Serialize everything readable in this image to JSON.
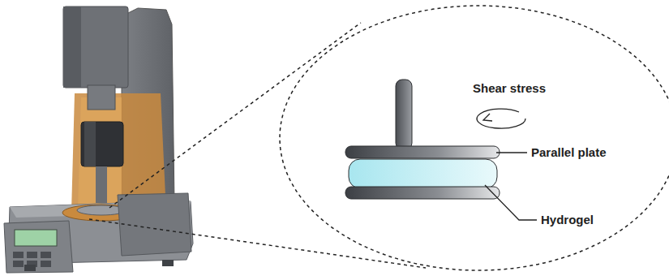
{
  "diagram": {
    "labels": [
      "Shear stress",
      "Parallel plate",
      "Hydrogel"
    ]
  }
}
